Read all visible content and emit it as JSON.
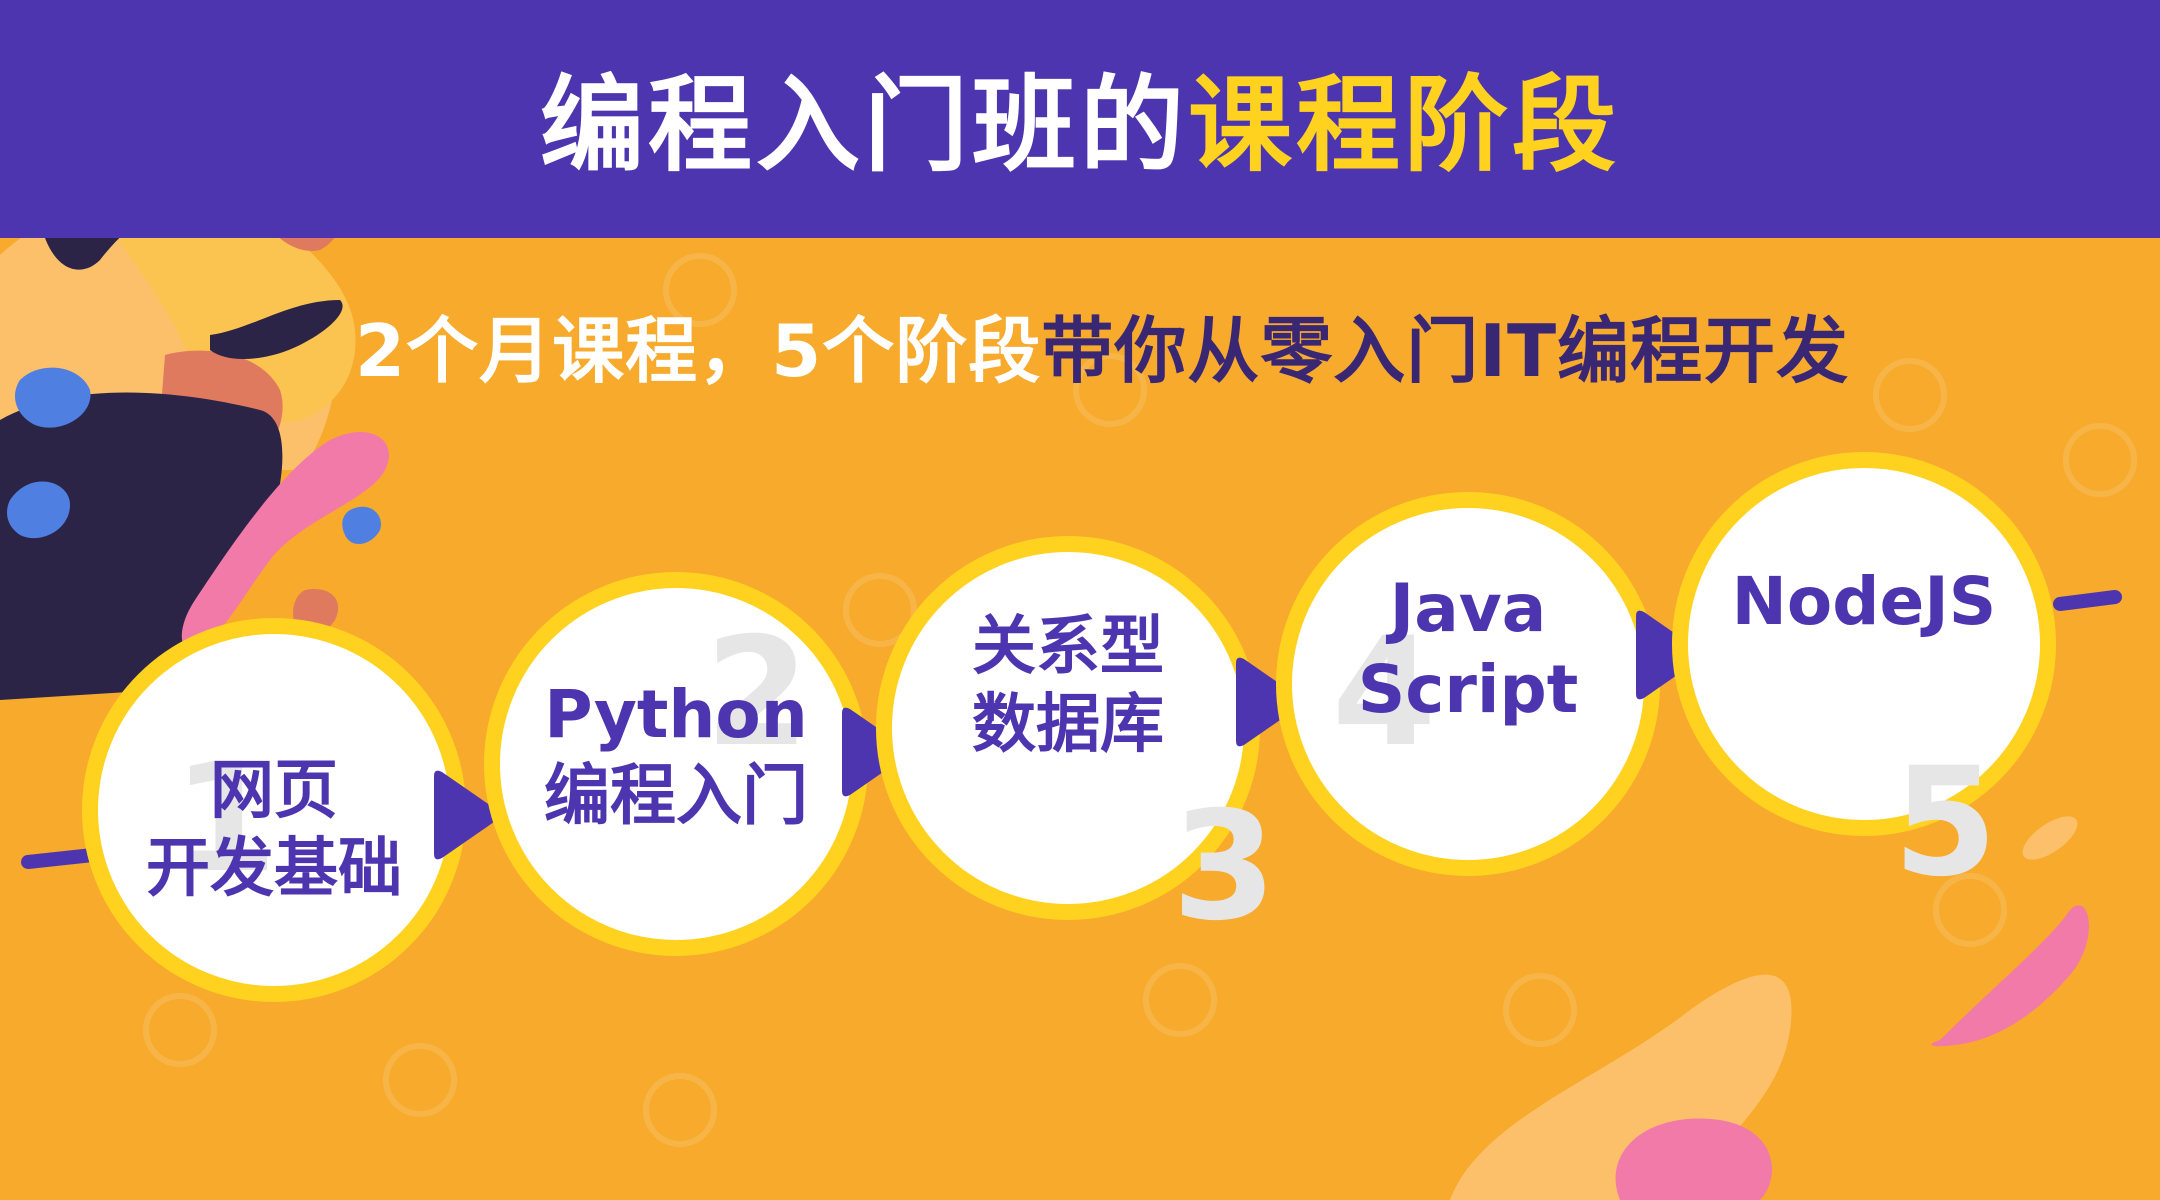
{
  "header": {
    "title_main": "编程入门班的",
    "title_highlight": "课程阶段"
  },
  "subtitle": {
    "part1": "2个月课程，5个阶段",
    "part2": "带你从零入门IT编程开发"
  },
  "stages": [
    {
      "number": "1",
      "label": "网页\n开发基础"
    },
    {
      "number": "2",
      "label": "Python\n编程入门"
    },
    {
      "number": "3",
      "label": "关系型\n数据库"
    },
    {
      "number": "4",
      "label": "Java\nScript"
    },
    {
      "number": "5",
      "label": "NodeJS"
    }
  ],
  "colors": {
    "background": "#F7AA2C",
    "header": "#4E35B0",
    "accent_yellow": "#FFD21F",
    "stage_text": "#4E35B0",
    "arrow": "#4E35B0",
    "pink_blob": "#F27AA8",
    "blue_blob": "#4F7FE0"
  }
}
